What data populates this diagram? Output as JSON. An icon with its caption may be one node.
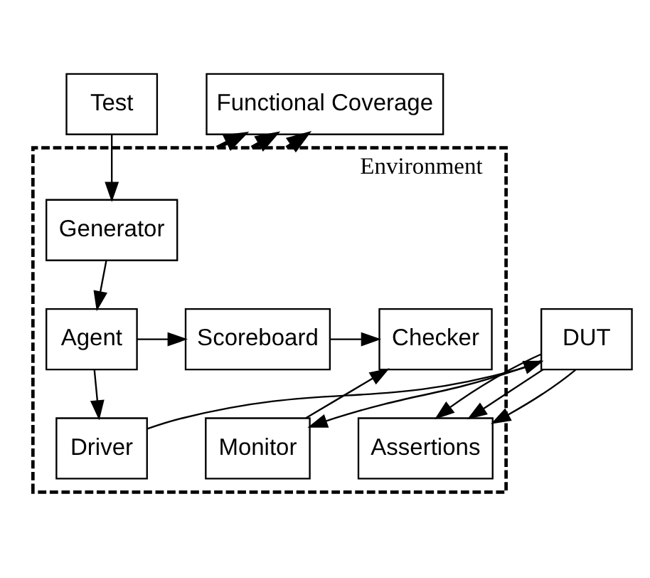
{
  "diagram": {
    "nodes": [
      {
        "text": [
          "Test"
        ]
      },
      {
        "text": [
          "Environment"
        ]
      },
      {
        "text": [
          "Generator"
        ],
        "in": 1
      },
      {
        "text": [
          "Agent"
        ],
        "in": 1
      },
      {
        "text": [
          "Scoreboard"
        ],
        "in": 1
      },
      {
        "text": [
          "Checker"
        ],
        "in": 1
      },
      {
        "text": [
          "Driver"
        ],
        "in": 1
      },
      {
        "text": [
          "Assertions"
        ],
        "in": 1
      },
      {
        "text": [
          "Monitor"
        ],
        "in": 1
      },
      {
        "text": [
          "DUT"
        ]
      },
      {
        "text": [
          "Functional Coverage"
        ]
      }
    ],
    "edges": [
      {
        "from": 0,
        "to": 2,
        "arrow": "to"
      },
      {
        "from": 2,
        "to": 3,
        "arrow": "to"
      },
      {
        "from": 3,
        "to": 4,
        "arrow": "to"
      },
      {
        "from": 4,
        "to": 5,
        "arrow": "to"
      },
      {
        "from": 3,
        "to": 6,
        "arrow": "to"
      },
      {
        "from": 6,
        "to": 9,
        "arrow": "to"
      },
      {
        "from": 9,
        "to": 7,
        "arrow": "to"
      },
      {
        "from": 9,
        "to": 7,
        "arrow": "to"
      },
      {
        "from": 9,
        "to": 7,
        "arrow": "to"
      },
      {
        "from": 9,
        "to": 8,
        "arrow": "to"
      },
      {
        "from": 8,
        "to": 5,
        "arrow": "to"
      },
      {
        "from": 1,
        "to": 10,
        "arrow": "to",
        "style": "thick"
      },
      {
        "from": 1,
        "to": 10,
        "arrow": "to",
        "style": "thick"
      },
      {
        "from": 1,
        "to": 10,
        "arrow": "to",
        "style": "thick"
      }
    ]
  }
}
